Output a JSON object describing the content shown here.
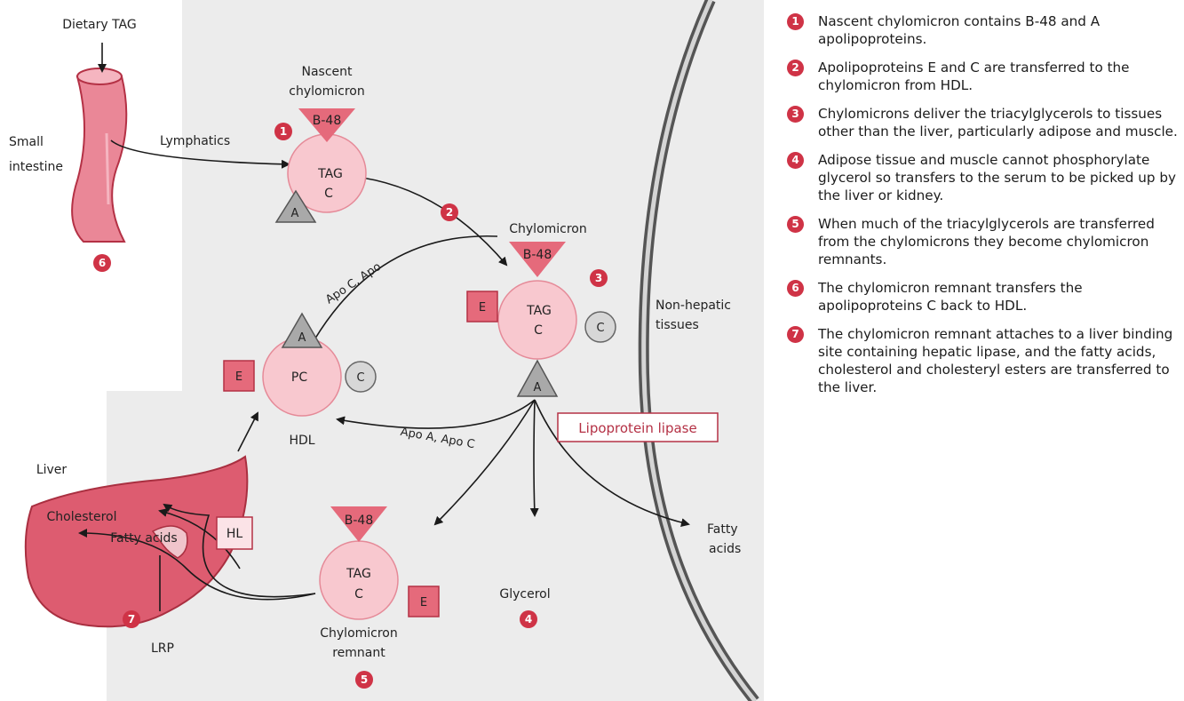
{
  "labels": {
    "dietary_tag": "Dietary TAG",
    "small_intestine_1": "Small",
    "small_intestine_2": "intestine",
    "lymphatics": "Lymphatics",
    "nascent_1": "Nascent",
    "nascent_2": "chylomicron",
    "chylomicron": "Chylomicron",
    "non_hepatic_1": "Non-hepatic",
    "non_hepatic_2": "tissues",
    "hdl": "HDL",
    "apo_c_apo": "Apo C, Apo",
    "apo_a_apo_c": "Apo A, Apo C",
    "lipoprotein_lipase": "Lipoprotein lipase",
    "fatty_acids_out_1": "Fatty",
    "fatty_acids_out_2": "acids",
    "glycerol": "Glycerol",
    "liver": "Liver",
    "cholesterol": "Cholesterol",
    "fatty_acids_liver": "Fatty acids",
    "hl": "HL",
    "lrp": "LRP",
    "remnant_1": "Chylomicron",
    "remnant_2": "remnant"
  },
  "particles": {
    "nascent": {
      "apo_top": "B-48",
      "core_1": "TAG",
      "core_2": "C",
      "apo_side": "A"
    },
    "chylomicron": {
      "apo_top": "B-48",
      "core_1": "TAG",
      "core_2": "C",
      "apo_left": "E",
      "apo_right": "C",
      "apo_bottom": "A"
    },
    "hdl": {
      "core": "PC",
      "apo_top": "A",
      "apo_left": "E",
      "apo_right": "C"
    },
    "remnant": {
      "apo_top": "B-48",
      "core_1": "TAG",
      "core_2": "C",
      "apo_right": "E"
    }
  },
  "step_numbers": {
    "s1": "1",
    "s2": "2",
    "s3": "3",
    "s4": "4",
    "s5": "5",
    "s6": "6",
    "s7": "7"
  },
  "notes": [
    {
      "num": "1",
      "text": "Nascent chylomicron contains B-48 and A apolipoproteins."
    },
    {
      "num": "2",
      "text": "Apolipoproteins E and C are transferred to the chylomicron from HDL."
    },
    {
      "num": "3",
      "text": "Chylomicrons deliver the triacylglycerols to tissues other than the liver, particularly adipose and muscle."
    },
    {
      "num": "4",
      "text": "Adipose tissue and muscle cannot phosphorylate glycerol so transfers to the serum to be picked up by the liver or kidney."
    },
    {
      "num": "5",
      "text": "When much of the triacylglycerols are transferred from the chylomicrons they become chylomicron remnants."
    },
    {
      "num": "6",
      "text": "The chylomicron remnant transfers the apolipoproteins C back to HDL."
    },
    {
      "num": "7",
      "text": "The chylomicron remnant attaches to a liver binding site containing hepatic lipase, and the fatty acids, cholesterol and cholesteryl esters are transferred to the liver."
    }
  ],
  "colors": {
    "accent": "#cf3346",
    "particle_fill": "#f8c8cf",
    "apo_pink": "#e56a7b",
    "apo_gray": "#a9a9a9",
    "organ_red": "#dd5c70",
    "background_panel": "#ececec"
  }
}
